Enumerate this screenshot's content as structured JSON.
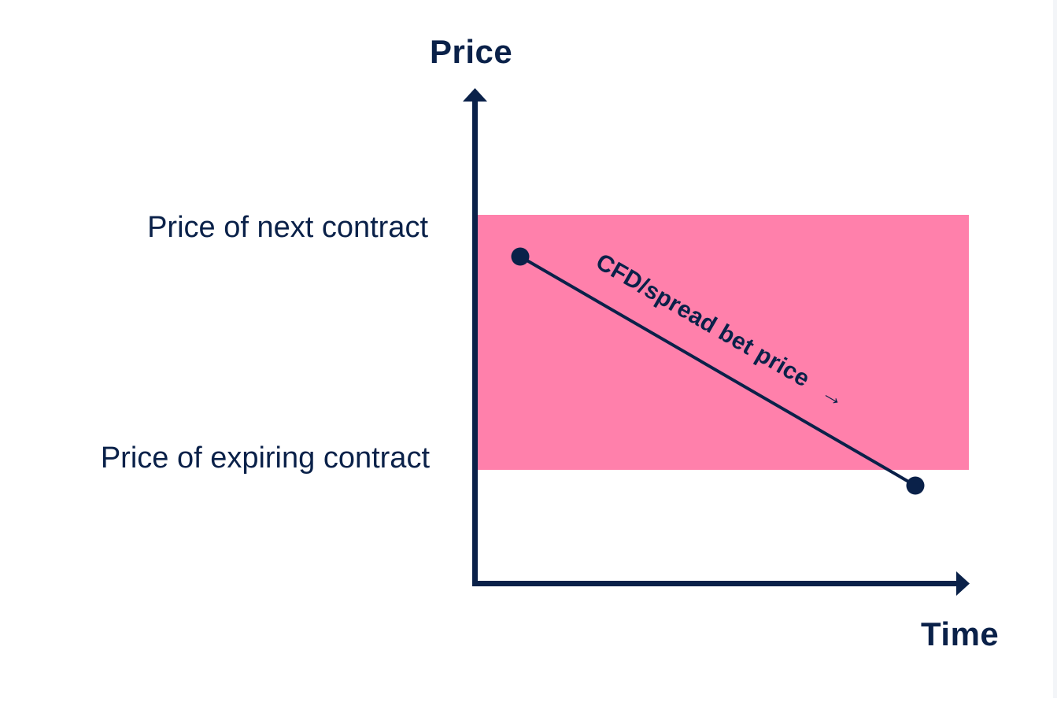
{
  "diagram": {
    "y_axis_title": "Price",
    "x_axis_title": "Time",
    "levels": {
      "next_contract": "Price of next contract",
      "expiring_contract": "Price of expiring contract"
    },
    "line_label": "CFD/spread bet price",
    "line_label_arrow": "→"
  },
  "colors": {
    "navy": "#0A2149",
    "band_pink": "#FF80AB",
    "background": "#FFFFFF"
  },
  "chart_data": {
    "type": "line",
    "title": "",
    "xlabel": "Time",
    "ylabel": "Price",
    "band": {
      "upper_label": "Price of next contract",
      "lower_label": "Price of expiring contract",
      "color": "#FF80AB"
    },
    "series": [
      {
        "name": "CFD/spread bet price",
        "points": [
          {
            "x": "start",
            "y": "near price of next contract"
          },
          {
            "x": "expiry",
            "y": "below price of expiring contract"
          }
        ],
        "trend": "decreasing"
      }
    ],
    "grid": false,
    "legend": "none"
  }
}
